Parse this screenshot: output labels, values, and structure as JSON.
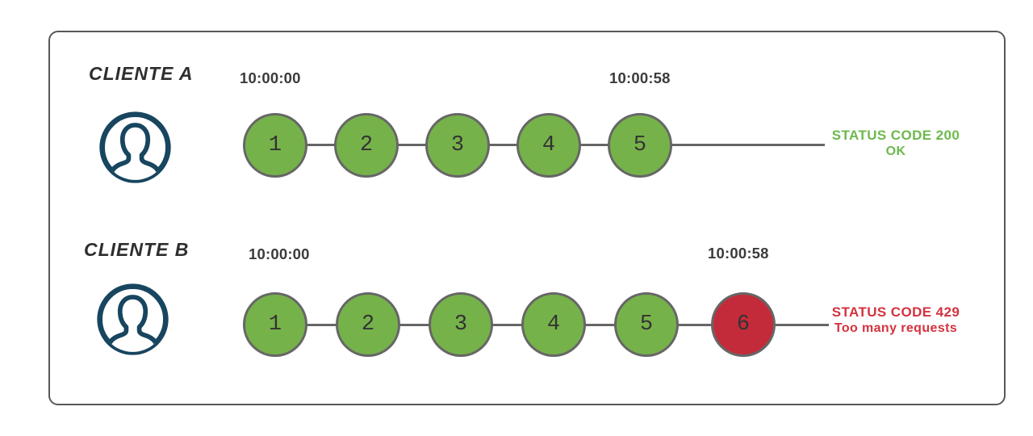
{
  "colors": {
    "box_border": "#58585a",
    "circle_green": "#76b24a",
    "circle_red": "#c42b3a",
    "circle_border": "#666666",
    "connector": "#666666",
    "avatar_navy": "#18455f",
    "status_green": "#6cb94d",
    "status_red": "#d4323e"
  },
  "clients": [
    {
      "name": "CLIENTE A",
      "start_time": "10:00:00",
      "end_time": "10:00:58",
      "requests": [
        {
          "label": "1",
          "color": "green"
        },
        {
          "label": "2",
          "color": "green"
        },
        {
          "label": "3",
          "color": "green"
        },
        {
          "label": "4",
          "color": "green"
        },
        {
          "label": "5",
          "color": "green"
        }
      ],
      "status_title": "STATUS CODE 200",
      "status_subtitle": "OK",
      "status_color": "green"
    },
    {
      "name": "CLIENTE B",
      "start_time": "10:00:00",
      "end_time": "10:00:58",
      "requests": [
        {
          "label": "1",
          "color": "green"
        },
        {
          "label": "2",
          "color": "green"
        },
        {
          "label": "3",
          "color": "green"
        },
        {
          "label": "4",
          "color": "green"
        },
        {
          "label": "5",
          "color": "green"
        },
        {
          "label": "6",
          "color": "red"
        }
      ],
      "status_title": "STATUS CODE 429",
      "status_subtitle": "Too many requests",
      "status_color": "red"
    }
  ]
}
